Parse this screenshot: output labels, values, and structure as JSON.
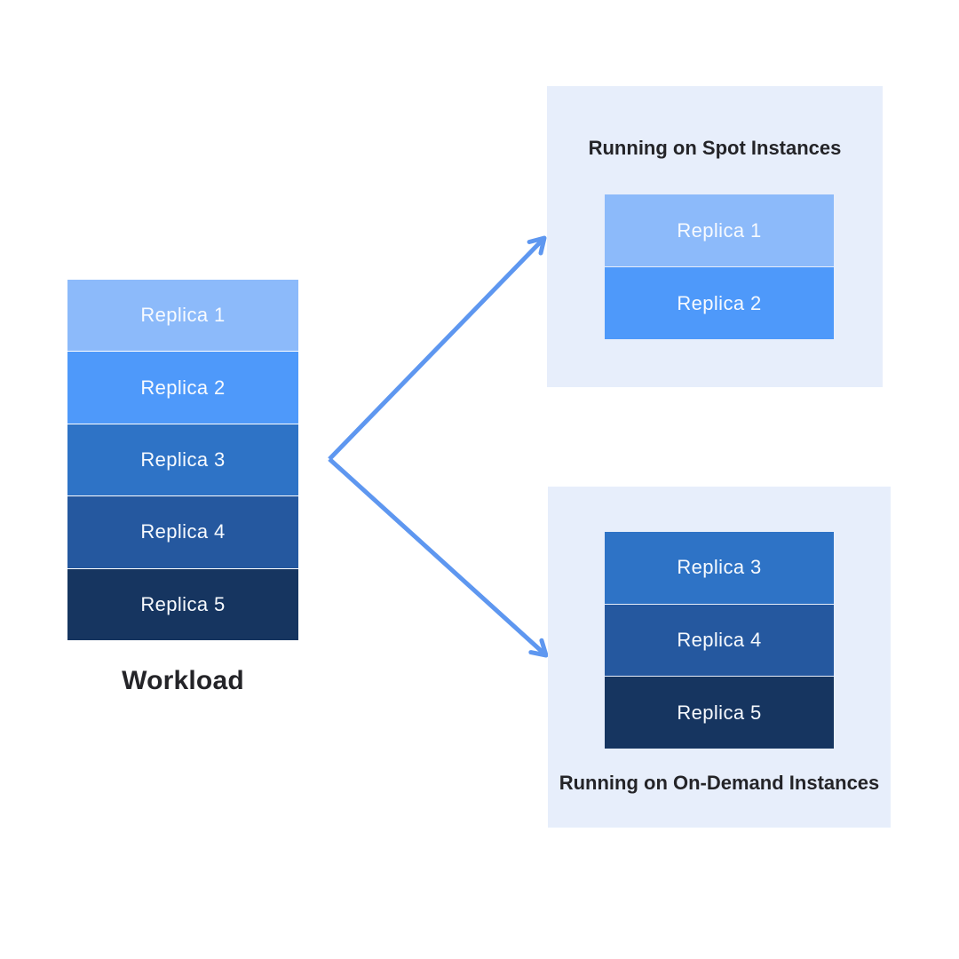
{
  "workload": {
    "label": "Workload",
    "replicas": [
      {
        "label": "Replica 1",
        "color": "#8CBAFA"
      },
      {
        "label": "Replica 2",
        "color": "#4E99FA"
      },
      {
        "label": "Replica 3",
        "color": "#2E73C6"
      },
      {
        "label": "Replica 4",
        "color": "#25589F"
      },
      {
        "label": "Replica 5",
        "color": "#163560"
      }
    ]
  },
  "spot_panel": {
    "title": "Running on Spot Instances",
    "replicas": [
      {
        "label": "Replica 1",
        "color": "#8CBAFA"
      },
      {
        "label": "Replica 2",
        "color": "#4E99FA"
      }
    ]
  },
  "ondemand_panel": {
    "title": "Running on On-Demand Instances",
    "replicas": [
      {
        "label": "Replica 3",
        "color": "#2E73C6"
      },
      {
        "label": "Replica 4",
        "color": "#25589F"
      },
      {
        "label": "Replica 5",
        "color": "#163560"
      }
    ]
  },
  "icons": {
    "arrow_to_spot": "arrow-up-right",
    "arrow_to_ondemand": "arrow-down-right"
  },
  "colors": {
    "panel_bg": "#E7EEFB",
    "arrow": "#5E97F0",
    "replica_text": "#F7FAFE",
    "title_text": "#242428"
  }
}
